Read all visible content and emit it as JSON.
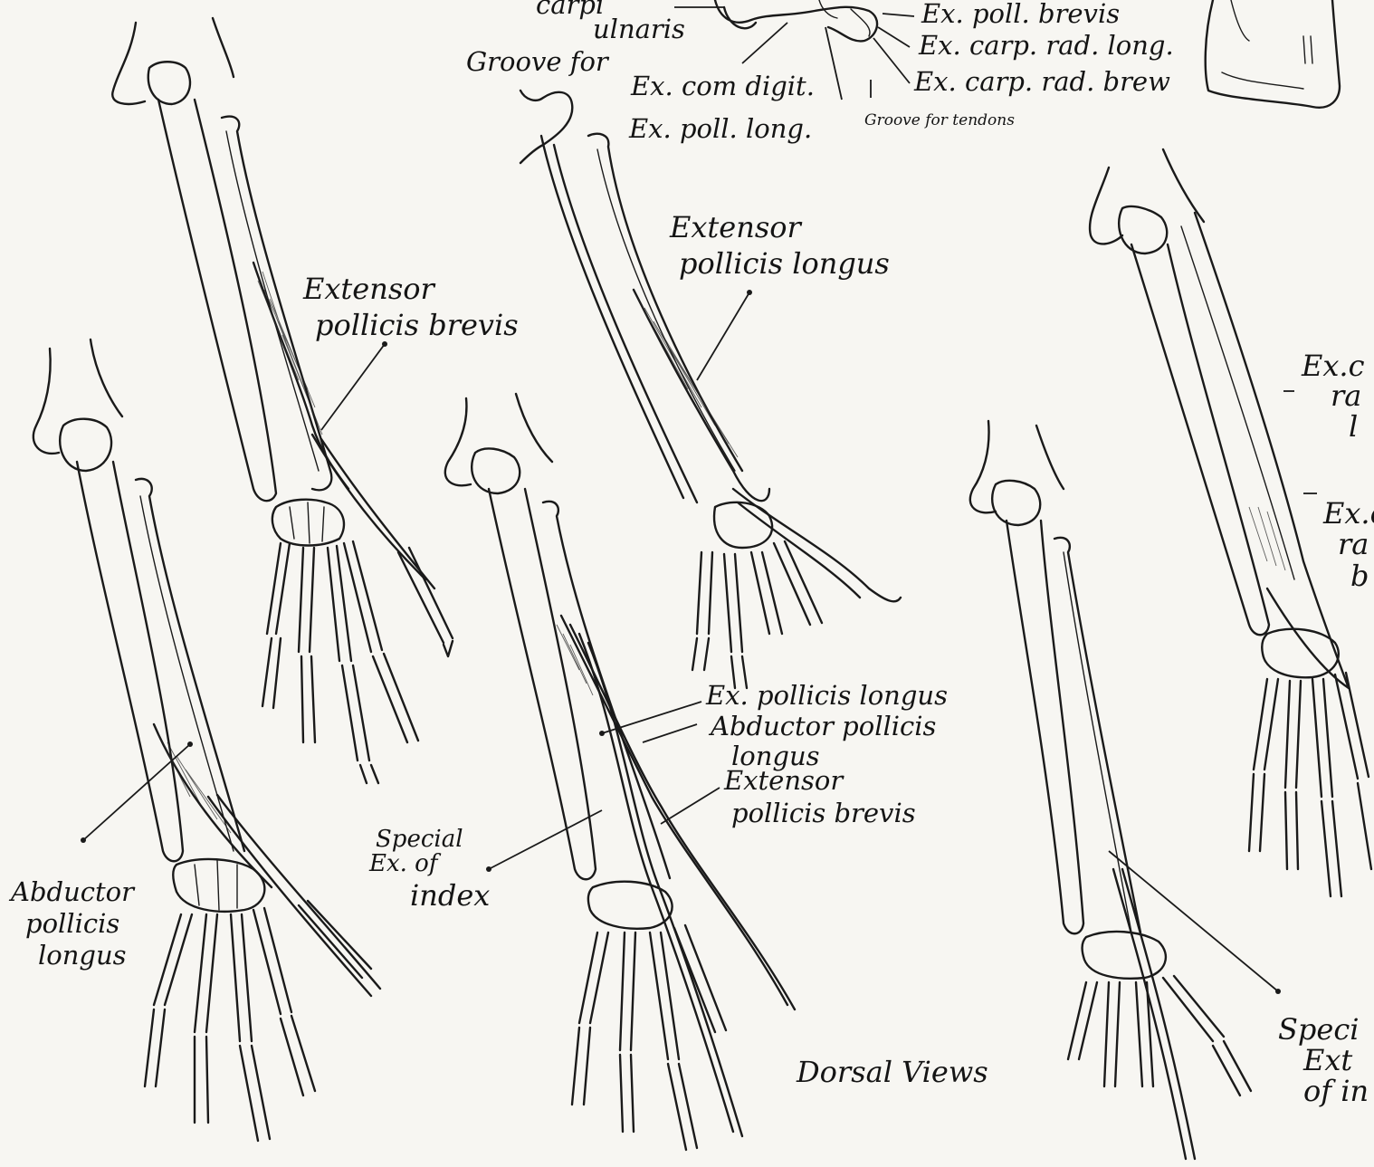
{
  "labels": {
    "carpi": "carpi",
    "ulnaris": "ulnaris",
    "groove_for": "Groove for",
    "ex_com_digit": "Ex. com digit.",
    "ex_poll_long": "Ex. poll. long.",
    "ex_poll_brevis": "Ex. poll. brevis",
    "ex_carp_rad_long": "Ex. carp. rad. long.",
    "ex_carp_rad_brew": "Ex. carp. rad. brew",
    "groove_for_tendons": "Groove for tendons",
    "extensor_pollicis_brevis_1_a": "Extensor",
    "extensor_pollicis_brevis_1_b": "pollicis brevis",
    "extensor_pollicis_longus_a": "Extensor",
    "extensor_pollicis_longus_b": "pollicis longus",
    "ex_c": "Ex.c",
    "ra": "ra",
    "l": "l",
    "ex_c2": "Ex.c",
    "ra2": "ra",
    "b": "b",
    "ex_pollicis_longus": "Ex. pollicis longus",
    "abductor_pollicis_a": "Abductor pollicis",
    "abductor_pollicis_b": "longus",
    "extensor_pollicis_brevis_2_a": "Extensor",
    "extensor_pollicis_brevis_2_b": "pollicis brevis",
    "special_ex_index_a": "Special",
    "special_ex_index_b": "Ex. of",
    "special_ex_index_c": "index",
    "abductor_pollicis_longus_a": "Abductor",
    "abductor_pollicis_longus_b": "pollicis",
    "abductor_pollicis_longus_c": "longus",
    "dorsal_views": "Dorsal Views",
    "special_ext_index_a": "Speci",
    "special_ext_index_b": "Ext",
    "special_ext_index_c": "of in"
  }
}
